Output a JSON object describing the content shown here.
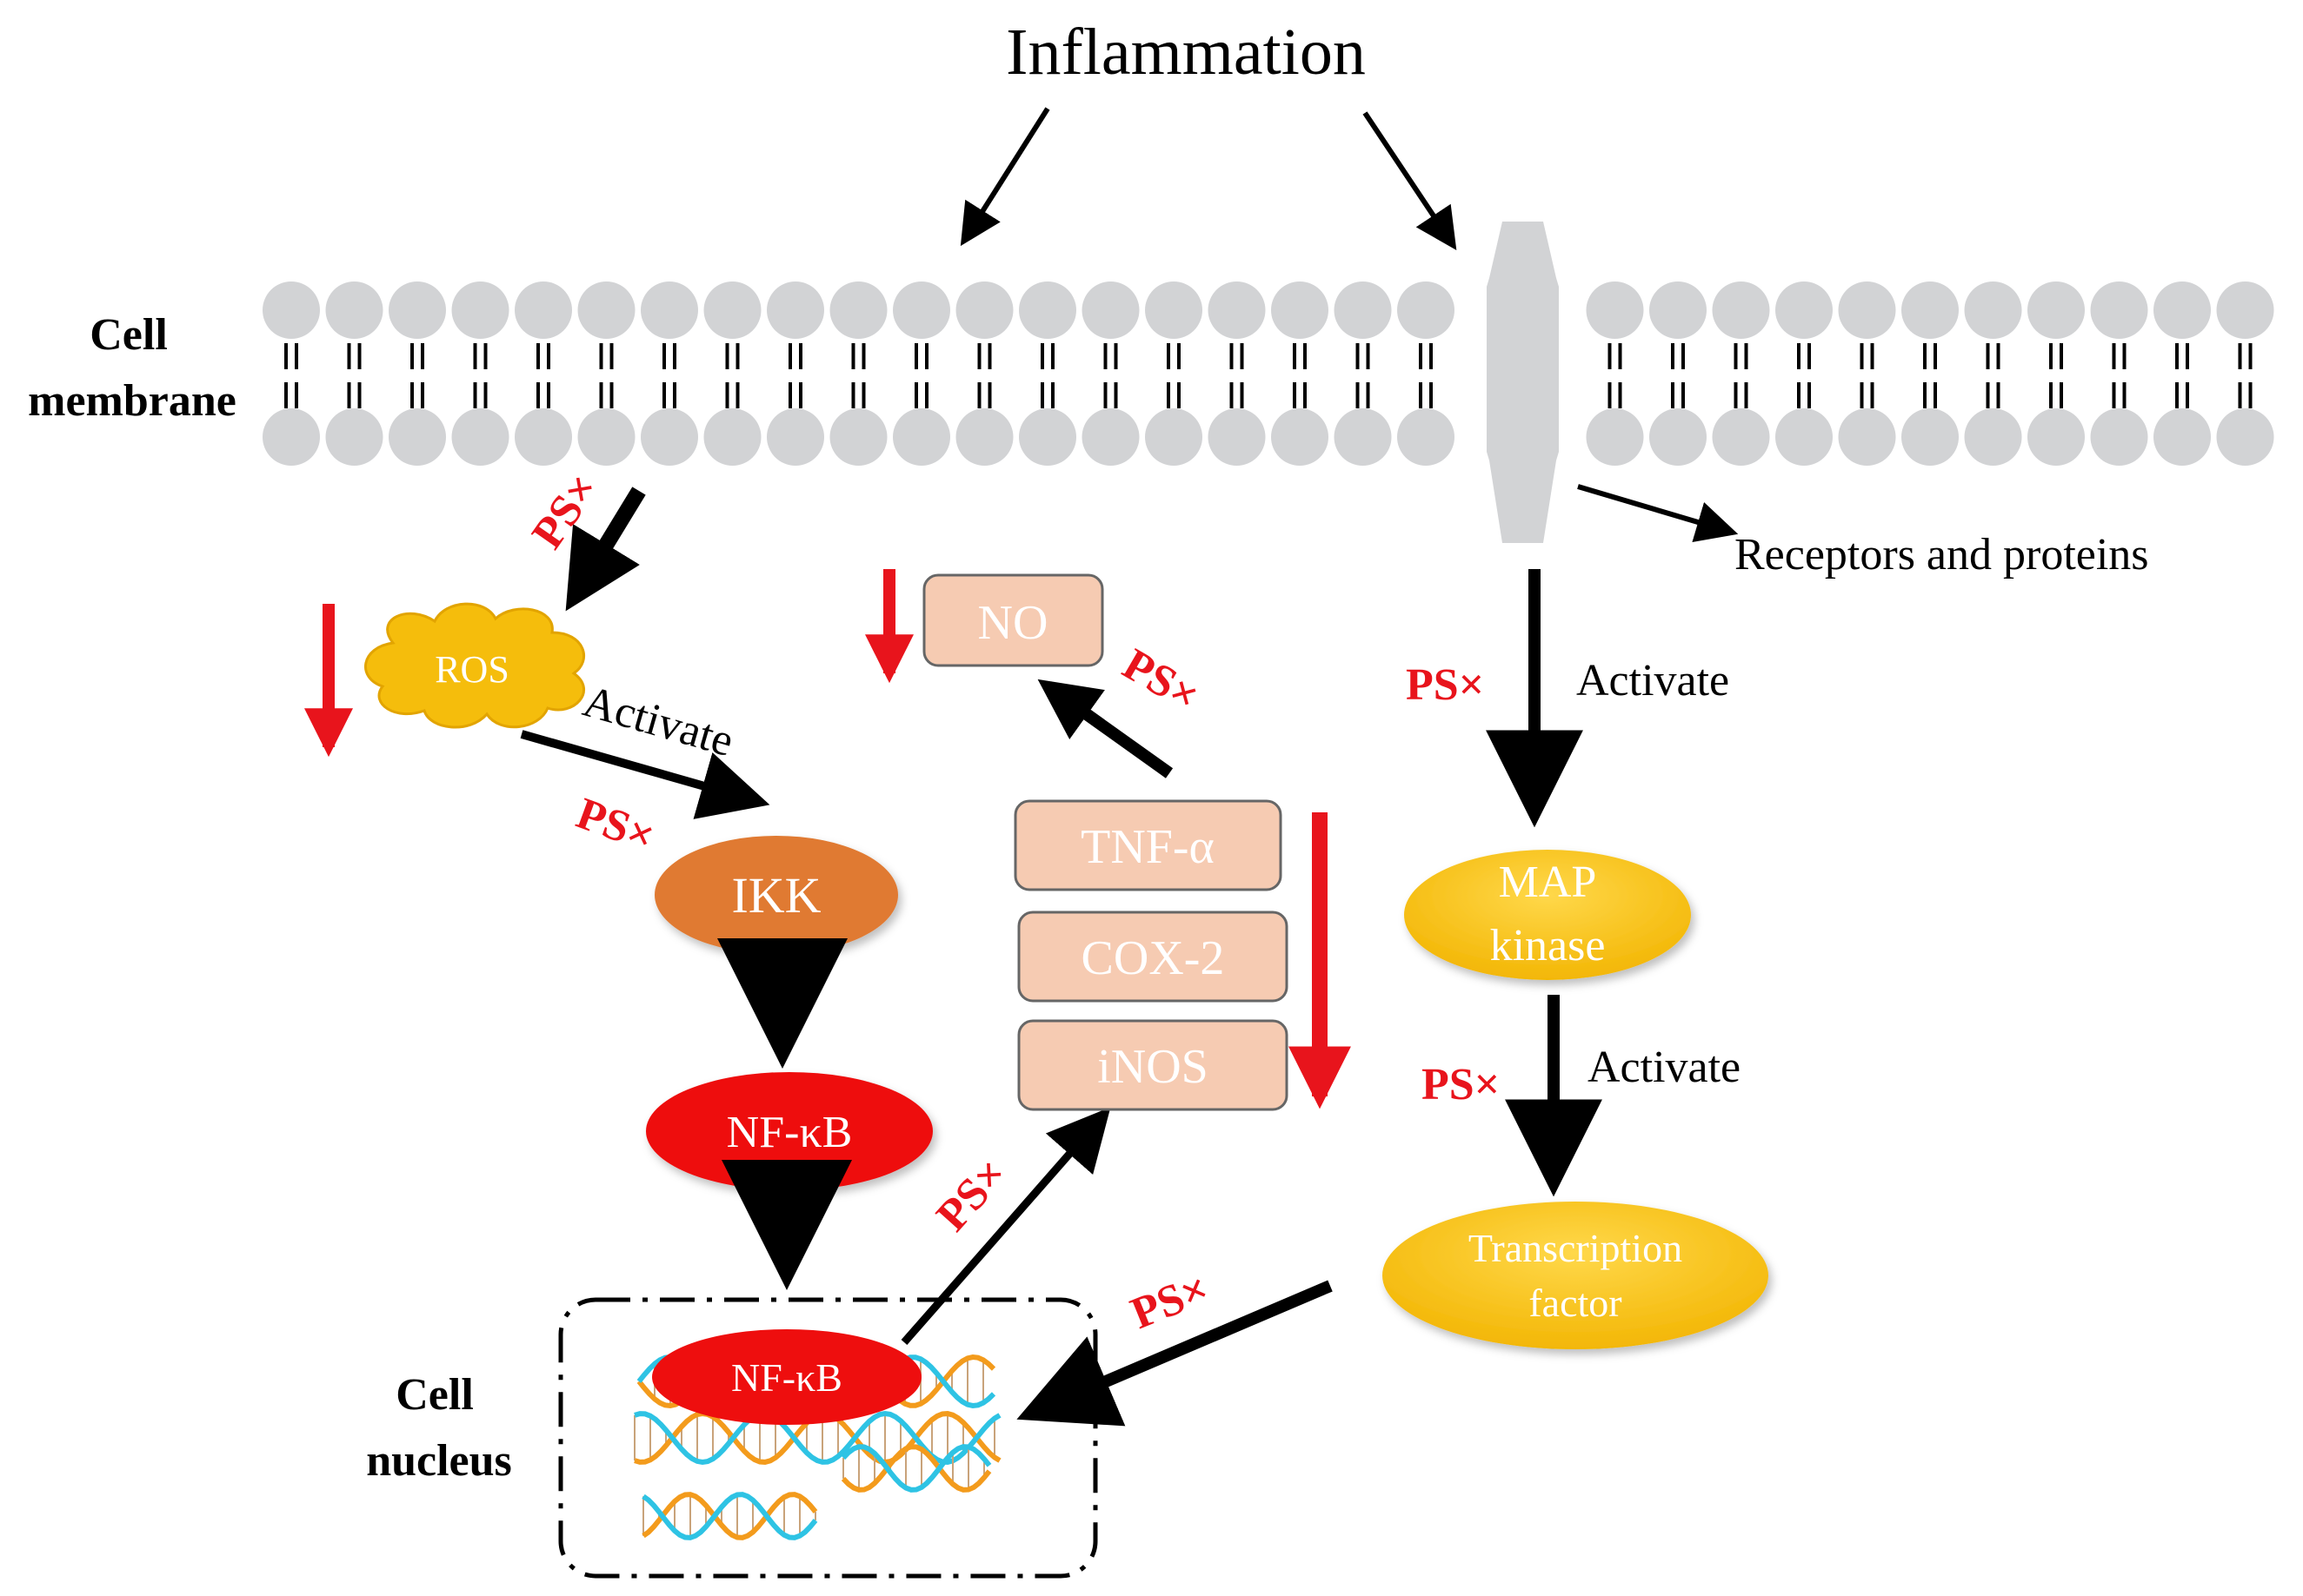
{
  "title": "Inflammation",
  "labels": {
    "cell_membrane_1": "Cell",
    "cell_membrane_2": "membrane",
    "cell_nucleus_1": "Cell",
    "cell_nucleus_2": "nucleus",
    "receptors": "Receptors and proteins"
  },
  "nodes": {
    "ros": "ROS",
    "ikk": "IKK",
    "nfkb": "NF-κB",
    "nfkb_nucleus": "NF-κB",
    "no": "NO",
    "tnf": "TNF-α",
    "cox2": "COX-2",
    "inos": "iNOS",
    "map_1": "MAP",
    "map_2": "kinase",
    "tf_1": "Transcription",
    "tf_2": "factor"
  },
  "edge_labels": {
    "activate_ros_ikk": "Activate",
    "activate_receptor_map": "Activate",
    "activate_map_tf": "Activate"
  },
  "inhibitor_mark": "PS×",
  "colors": {
    "lipid": "#d2d3d5",
    "inhibitor": "#e8141c",
    "ros": "#f5bd0c",
    "ikk": "#e07a30",
    "nfkb": "#ee0e0e",
    "cytokine_box": "#f6cbb2",
    "map_kinase": "#f5bd0c",
    "nucleus_dna_orange": "#f39b1c",
    "nucleus_dna_cyan": "#2ec3e4"
  }
}
